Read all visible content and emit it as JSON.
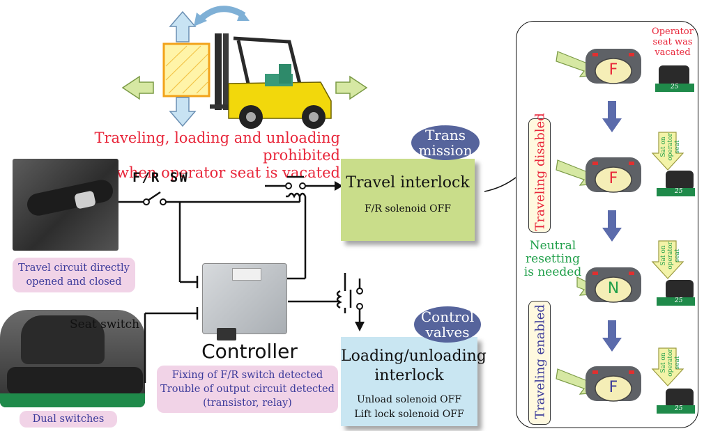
{
  "headline": {
    "line1": "Traveling, loading and unloading prohibited",
    "line2": "when operator seat is vacated"
  },
  "fr_switch_label": "F/R SW",
  "seat_switch_label": "Seat switch",
  "controller": {
    "title": "Controller",
    "notes": [
      "Fixing of F/R switch detected",
      "Trouble of output circuit detected",
      "(transistor, relay)"
    ]
  },
  "travel_circuit_note": [
    "Travel circuit directly",
    "opened and closed"
  ],
  "dual_switches_note": "Dual switches",
  "transmission_badge": [
    "Trans",
    "mission"
  ],
  "control_valves_badge": [
    "Control",
    "valves"
  ],
  "travel_interlock": {
    "title": "Travel interlock",
    "detail": "F/R solenoid OFF"
  },
  "loading_interlock": {
    "title": [
      "Loading/unloading",
      "interlock"
    ],
    "details": [
      "Unload solenoid OFF",
      "Lift lock solenoid OFF"
    ]
  },
  "sequence": {
    "seat_vacated_note": [
      "Operator",
      "seat was",
      "vacated"
    ],
    "traveling_disabled": "Traveling disabled",
    "traveling_enabled": "Traveling enabled",
    "neutral_note": [
      "Neutral",
      "resetting",
      "is needed"
    ],
    "sat_on_seat": "Sat on operator seat",
    "sat_on_seat_lines": [
      "Sat on",
      "operator",
      "seat"
    ],
    "states": [
      "F",
      "F",
      "N",
      "F"
    ],
    "forklift_model_label": "25"
  },
  "colors": {
    "headline_red": "#e8263a",
    "travel_box": "#c9dd8a",
    "loading_box": "#c9e6f2",
    "badge_navy": "#56649c",
    "arrow_blue": "#5b6bab",
    "pink_note": "#f1d3e7",
    "green_text": "#22a04b",
    "arrow_green": "#d6e8a3",
    "arrow_yellow": "#f3f3a8"
  }
}
